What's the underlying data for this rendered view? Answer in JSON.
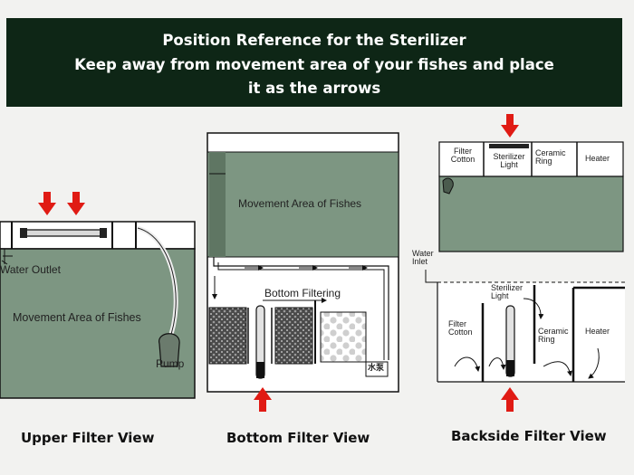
{
  "banner": {
    "line1": "Position Reference for the Sterilizer",
    "line2": "Keep away from movement area of your fishes and place",
    "line3": "it as the arrows"
  },
  "upper_view": {
    "water_outlet": "Water Outlet",
    "movement_area": "Movement Area of Fishes",
    "pump": "Pump",
    "caption": "Upper Filter View"
  },
  "bottom_view": {
    "movement_area": "Movement Area of Fishes",
    "bottom_filtering": "Bottom Filtering",
    "tank_mark": "水泵",
    "caption": "Bottom Filter View"
  },
  "backside_view": {
    "top_filter_cotton": "Filter Cotton",
    "top_sterilizer_light": "Sterilizer Light",
    "top_ceramic_ring": "Ceramic Ring",
    "top_heater": "Heater",
    "water_inlet": "Water Inlet",
    "sterilizer_light": "Sterilizer Light",
    "filter_cotton": "Filter Cotton",
    "ceramic_ring": "Ceramic Ring",
    "heater": "Heater",
    "caption": "Backside Filter View"
  },
  "colors": {
    "banner": "#0e2616",
    "water": "#7d9682",
    "arrow": "#e01b14",
    "line": "#111111"
  }
}
